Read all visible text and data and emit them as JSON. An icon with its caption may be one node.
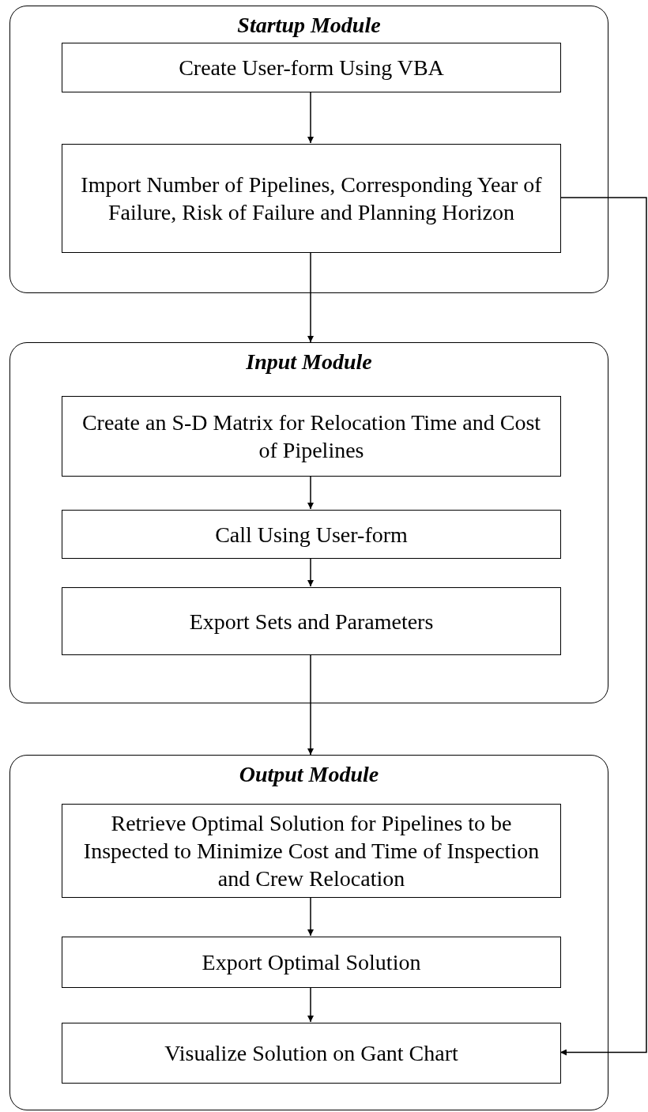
{
  "diagram": {
    "nodes": [
      {
        "text": [
          "Startup Module"
        ]
      },
      {
        "text": [
          "Create User-form Using VBA"
        ],
        "in": 0
      },
      {
        "text": [
          "Import Number of Pipelines, Corresponding Year of Failure, Risk of Failure and Planning Horizon"
        ],
        "in": 0
      },
      {
        "text": [
          "Input Module"
        ]
      },
      {
        "text": [
          "Create an S-D Matrix for Relocation Time and Cost of Pipelines"
        ],
        "in": 3
      },
      {
        "text": [
          "Call Using User-form"
        ],
        "in": 3
      },
      {
        "text": [
          "Export Sets and Parameters"
        ],
        "in": 3
      },
      {
        "text": [
          "Output Module"
        ]
      },
      {
        "text": [
          "Retrieve Optimal Solution for Pipelines to be Inspected to Minimize Cost and Time of Inspection and Crew Relocation"
        ],
        "in": 7
      },
      {
        "text": [
          "Export Optimal Solution"
        ],
        "in": 7
      },
      {
        "text": [
          "Visualize Solution on Gant Chart"
        ],
        "in": 7
      }
    ],
    "edges": [
      {
        "from": 1,
        "to": 2,
        "arrow": "to"
      },
      {
        "from": 2,
        "to": 3,
        "arrow": "to"
      },
      {
        "from": 4,
        "to": 5,
        "arrow": "to"
      },
      {
        "from": 5,
        "to": 6,
        "arrow": "to"
      },
      {
        "from": 6,
        "to": 7,
        "arrow": "to"
      },
      {
        "from": 8,
        "to": 9,
        "arrow": "to"
      },
      {
        "from": 9,
        "to": 10,
        "arrow": "to"
      },
      {
        "from": 2,
        "to": 10,
        "arrow": "to"
      }
    ]
  }
}
